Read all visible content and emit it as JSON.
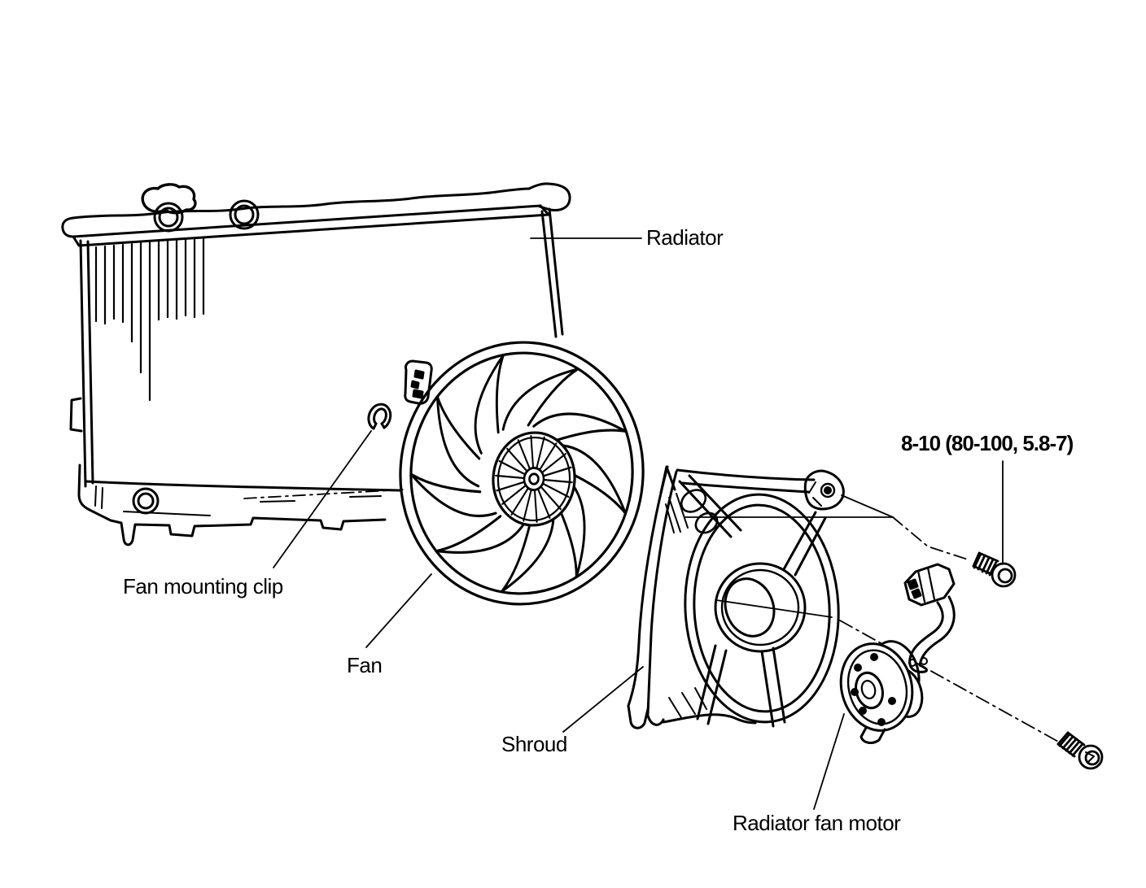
{
  "page": {
    "background": "#ffffff",
    "ink": "#000000"
  },
  "diagram": {
    "labels": {
      "radiator": "Radiator",
      "fan_mounting_clip": "Fan mounting clip",
      "fan": "Fan",
      "shroud": "Shroud",
      "radiator_fan_motor": "Radiator fan motor",
      "torque_spec": "8-10 (80-100, 5.8-7)"
    }
  }
}
